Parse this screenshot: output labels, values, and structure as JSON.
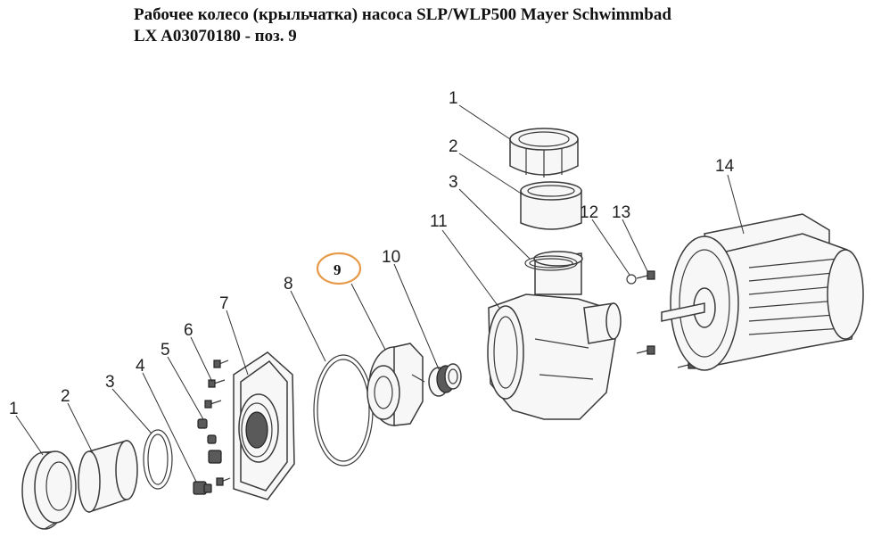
{
  "title": {
    "line1": "Рабочее колесо (крыльчатка) насоса SLP/WLP500 Mayer Schwimmbad",
    "line2": "LX A03070180 - поз. 9"
  },
  "highlight_color": "#e69a4a",
  "labels": {
    "l1_left": "1",
    "l2_left": "2",
    "l3_left": "3",
    "l4": "4",
    "l5": "5",
    "l6": "6",
    "l7": "7",
    "l8": "8",
    "l9": "9",
    "l10": "10",
    "l11": "11",
    "l1_top": "1",
    "l2_top": "2",
    "l3_top": "3",
    "l12": "12",
    "l13": "13",
    "l14": "14"
  }
}
